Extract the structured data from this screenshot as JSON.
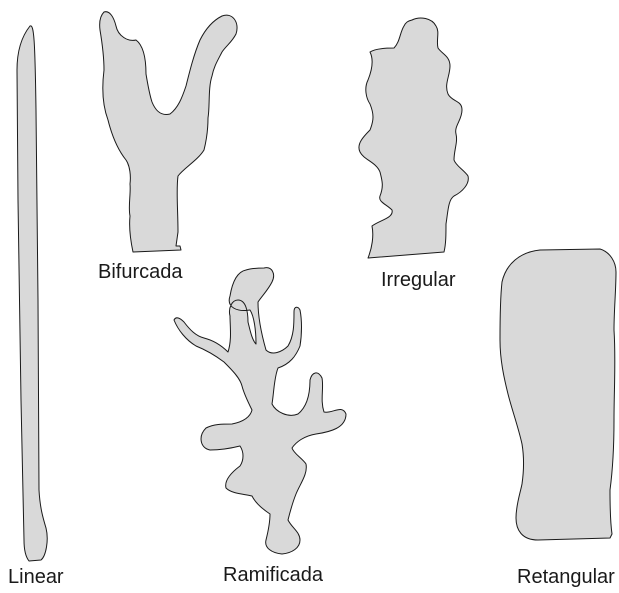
{
  "style": {
    "shape_fill": "#d9d9d9",
    "shape_stroke": "#1a1a1a",
    "text_color": "#1a1a1a",
    "background": "#ffffff"
  },
  "shapes": [
    {
      "label": "Linear"
    },
    {
      "label": "Bifurcada"
    },
    {
      "label": "Irregular"
    },
    {
      "label": "Ramificada"
    },
    {
      "label": "Retangular"
    }
  ]
}
